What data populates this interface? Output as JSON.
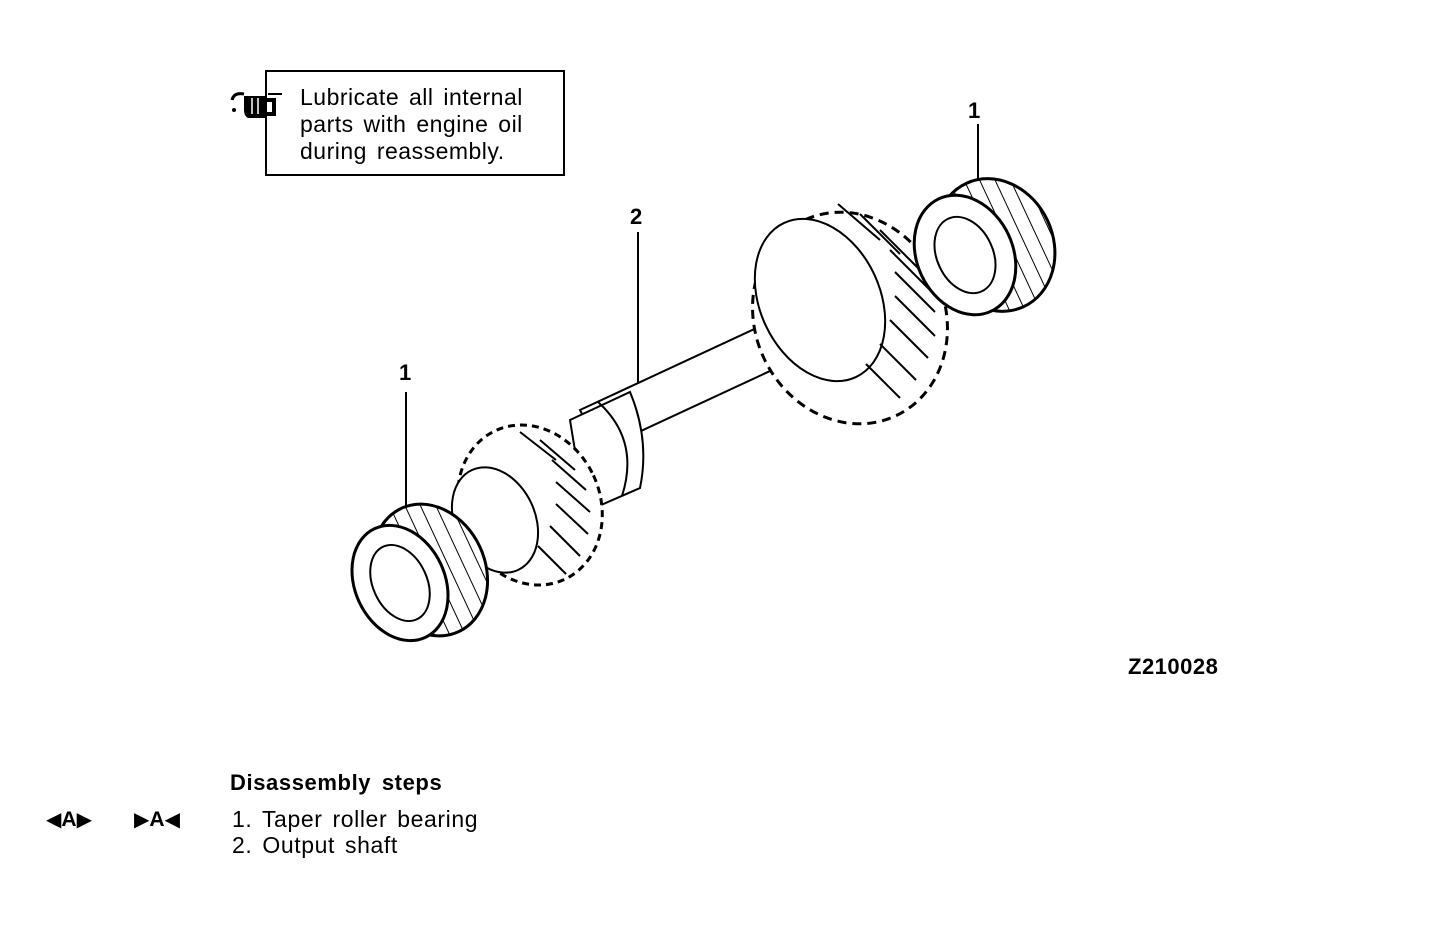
{
  "note": {
    "icon": "oil-can-icon",
    "lines": [
      "Lubricate all internal",
      "parts with engine oil",
      "during reassembly."
    ]
  },
  "callouts": {
    "bearing_top": "1",
    "shaft": "2",
    "bearing_left": "1"
  },
  "figure_id": "Z210028",
  "steps": {
    "title": "Disassembly steps",
    "items": [
      "1. Taper roller bearing",
      "2. Output shaft"
    ],
    "marker_removal": "A",
    "marker_install": "A"
  }
}
